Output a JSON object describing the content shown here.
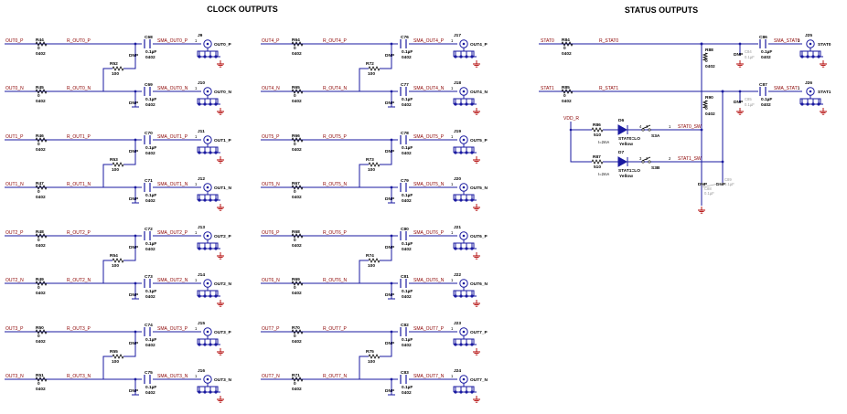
{
  "titles": {
    "clock": "CLOCK OUTPUTS",
    "status": "STATUS OUTPUTS"
  },
  "common": {
    "r_value": "0",
    "pkg": "0402",
    "c_value": "0.1µF",
    "dnp": "DNP",
    "r_term": "100",
    "pin1": "1"
  },
  "clock_channels": [
    {
      "col": 0,
      "row": 0,
      "net_in": "OUT0_P",
      "series_r": "R44",
      "r_net": "R_OUT0_P",
      "cap": "C68",
      "sma_net": "SMA_OUT0_P",
      "jack": "J9",
      "conn": "OUT0_P",
      "term_r": "R52",
      "has_term": true
    },
    {
      "col": 0,
      "row": 1,
      "net_in": "OUT0_N",
      "series_r": "R45",
      "r_net": "R_OUT0_N",
      "cap": "C69",
      "sma_net": "SMA_OUT0_N",
      "jack": "J10",
      "conn": "OUT0_N",
      "term_r": "",
      "has_term": false
    },
    {
      "col": 0,
      "row": 2,
      "net_in": "OUT1_P",
      "series_r": "R46",
      "r_net": "R_OUT1_P",
      "cap": "C70",
      "sma_net": "SMA_OUT1_P",
      "jack": "J11",
      "conn": "OUT1_P",
      "term_r": "R53",
      "has_term": true
    },
    {
      "col": 0,
      "row": 3,
      "net_in": "OUT1_N",
      "series_r": "R47",
      "r_net": "R_OUT1_N",
      "cap": "C71",
      "sma_net": "SMA_OUT1_N",
      "jack": "J12",
      "conn": "OUT1_N",
      "term_r": "",
      "has_term": false
    },
    {
      "col": 0,
      "row": 4,
      "net_in": "OUT2_P",
      "series_r": "R48",
      "r_net": "R_OUT2_P",
      "cap": "C72",
      "sma_net": "SMA_OUT2_P",
      "jack": "J13",
      "conn": "OUT2_P",
      "term_r": "R54",
      "has_term": true
    },
    {
      "col": 0,
      "row": 5,
      "net_in": "OUT2_N",
      "series_r": "R49",
      "r_net": "R_OUT2_N",
      "cap": "C73",
      "sma_net": "SMA_OUT2_N",
      "jack": "J14",
      "conn": "OUT2_N",
      "term_r": "",
      "has_term": false
    },
    {
      "col": 0,
      "row": 6,
      "net_in": "OUT3_P",
      "series_r": "R50",
      "r_net": "R_OUT3_P",
      "cap": "C74",
      "sma_net": "SMA_OUT3_P",
      "jack": "J15",
      "conn": "OUT3_P",
      "term_r": "R55",
      "has_term": true
    },
    {
      "col": 0,
      "row": 7,
      "net_in": "OUT3_N",
      "series_r": "R51",
      "r_net": "R_OUT3_N",
      "cap": "C75",
      "sma_net": "SMA_OUT3_N",
      "jack": "J16",
      "conn": "OUT3_N",
      "term_r": "",
      "has_term": false
    },
    {
      "col": 1,
      "row": 0,
      "net_in": "OUT4_P",
      "series_r": "R64",
      "r_net": "R_OUT4_P",
      "cap": "C76",
      "sma_net": "SMA_OUT4_P",
      "jack": "J17",
      "conn": "OUT4_P",
      "term_r": "R72",
      "has_term": true
    },
    {
      "col": 1,
      "row": 1,
      "net_in": "OUT4_N",
      "series_r": "R65",
      "r_net": "R_OUT4_N",
      "cap": "C77",
      "sma_net": "SMA_OUT4_N",
      "jack": "J18",
      "conn": "OUT4_N",
      "term_r": "",
      "has_term": false
    },
    {
      "col": 1,
      "row": 2,
      "net_in": "OUT5_P",
      "series_r": "R66",
      "r_net": "R_OUT5_P",
      "cap": "C78",
      "sma_net": "SMA_OUT5_P",
      "jack": "J19",
      "conn": "OUT5_P",
      "term_r": "R73",
      "has_term": true
    },
    {
      "col": 1,
      "row": 3,
      "net_in": "OUT5_N",
      "series_r": "R67",
      "r_net": "R_OUT5_N",
      "cap": "C79",
      "sma_net": "SMA_OUT5_N",
      "jack": "J20",
      "conn": "OUT5_N",
      "term_r": "",
      "has_term": false
    },
    {
      "col": 1,
      "row": 4,
      "net_in": "OUT6_P",
      "series_r": "R68",
      "r_net": "R_OUT6_P",
      "cap": "C80",
      "sma_net": "SMA_OUT6_P",
      "jack": "J21",
      "conn": "OUT6_P",
      "term_r": "R74",
      "has_term": true
    },
    {
      "col": 1,
      "row": 5,
      "net_in": "OUT6_N",
      "series_r": "R69",
      "r_net": "R_OUT6_N",
      "cap": "C81",
      "sma_net": "SMA_OUT6_N",
      "jack": "J22",
      "conn": "OUT6_N",
      "term_r": "",
      "has_term": false
    },
    {
      "col": 1,
      "row": 6,
      "net_in": "OUT7_P",
      "series_r": "R70",
      "r_net": "R_OUT7_P",
      "cap": "C82",
      "sma_net": "SMA_OUT7_P",
      "jack": "J23",
      "conn": "OUT7_P",
      "term_r": "R75",
      "has_term": true
    },
    {
      "col": 1,
      "row": 7,
      "net_in": "OUT7_N",
      "series_r": "R71",
      "r_net": "R_OUT7_N",
      "cap": "C83",
      "sma_net": "SMA_OUT7_N",
      "jack": "J24",
      "conn": "OUT7_N",
      "term_r": "",
      "has_term": false
    }
  ],
  "status_channels": [
    {
      "net_in": "STAT0",
      "series_r": "R84",
      "r_net": "R_STAT0",
      "cap": "C86",
      "sma_net": "SMA_STAT0",
      "jack": "J25",
      "conn": "STAT0",
      "pull_r": "R88",
      "ghost_cap": "C84",
      "ghost_val": "0.1µF"
    },
    {
      "net_in": "STAT1",
      "series_r": "R85",
      "r_net": "R_STAT1",
      "cap": "C87",
      "sma_net": "SMA_STAT1",
      "jack": "J26",
      "conn": "STAT1",
      "pull_r": "R90",
      "ghost_cap": "C85",
      "ghost_val": "0.1µF"
    }
  ],
  "status_leds": [
    {
      "res": "R86",
      "res_val": "510",
      "led": "D6",
      "led_name": "STAT0=LO",
      "color": "Yellow",
      "current": "I=2mA",
      "switch": "S3A",
      "sw_net": "STAT0_SW",
      "pin_a": "4",
      "pin_b": "3",
      "pin_c": "1"
    },
    {
      "res": "R87",
      "res_val": "510",
      "led": "D7",
      "led_name": "STAT1=LO",
      "color": "Yellow",
      "current": "I=2mA",
      "switch": "S3B",
      "sw_net": "STAT1_SW",
      "pin_a": "3",
      "pin_b": "2",
      "pin_c": "2"
    }
  ],
  "vdd_net": "VDD_R",
  "status_dnp": [
    "DNP",
    "DNP"
  ],
  "ghost_labels": [
    "C88",
    "0.1µF",
    "C89",
    "0.1µF"
  ]
}
